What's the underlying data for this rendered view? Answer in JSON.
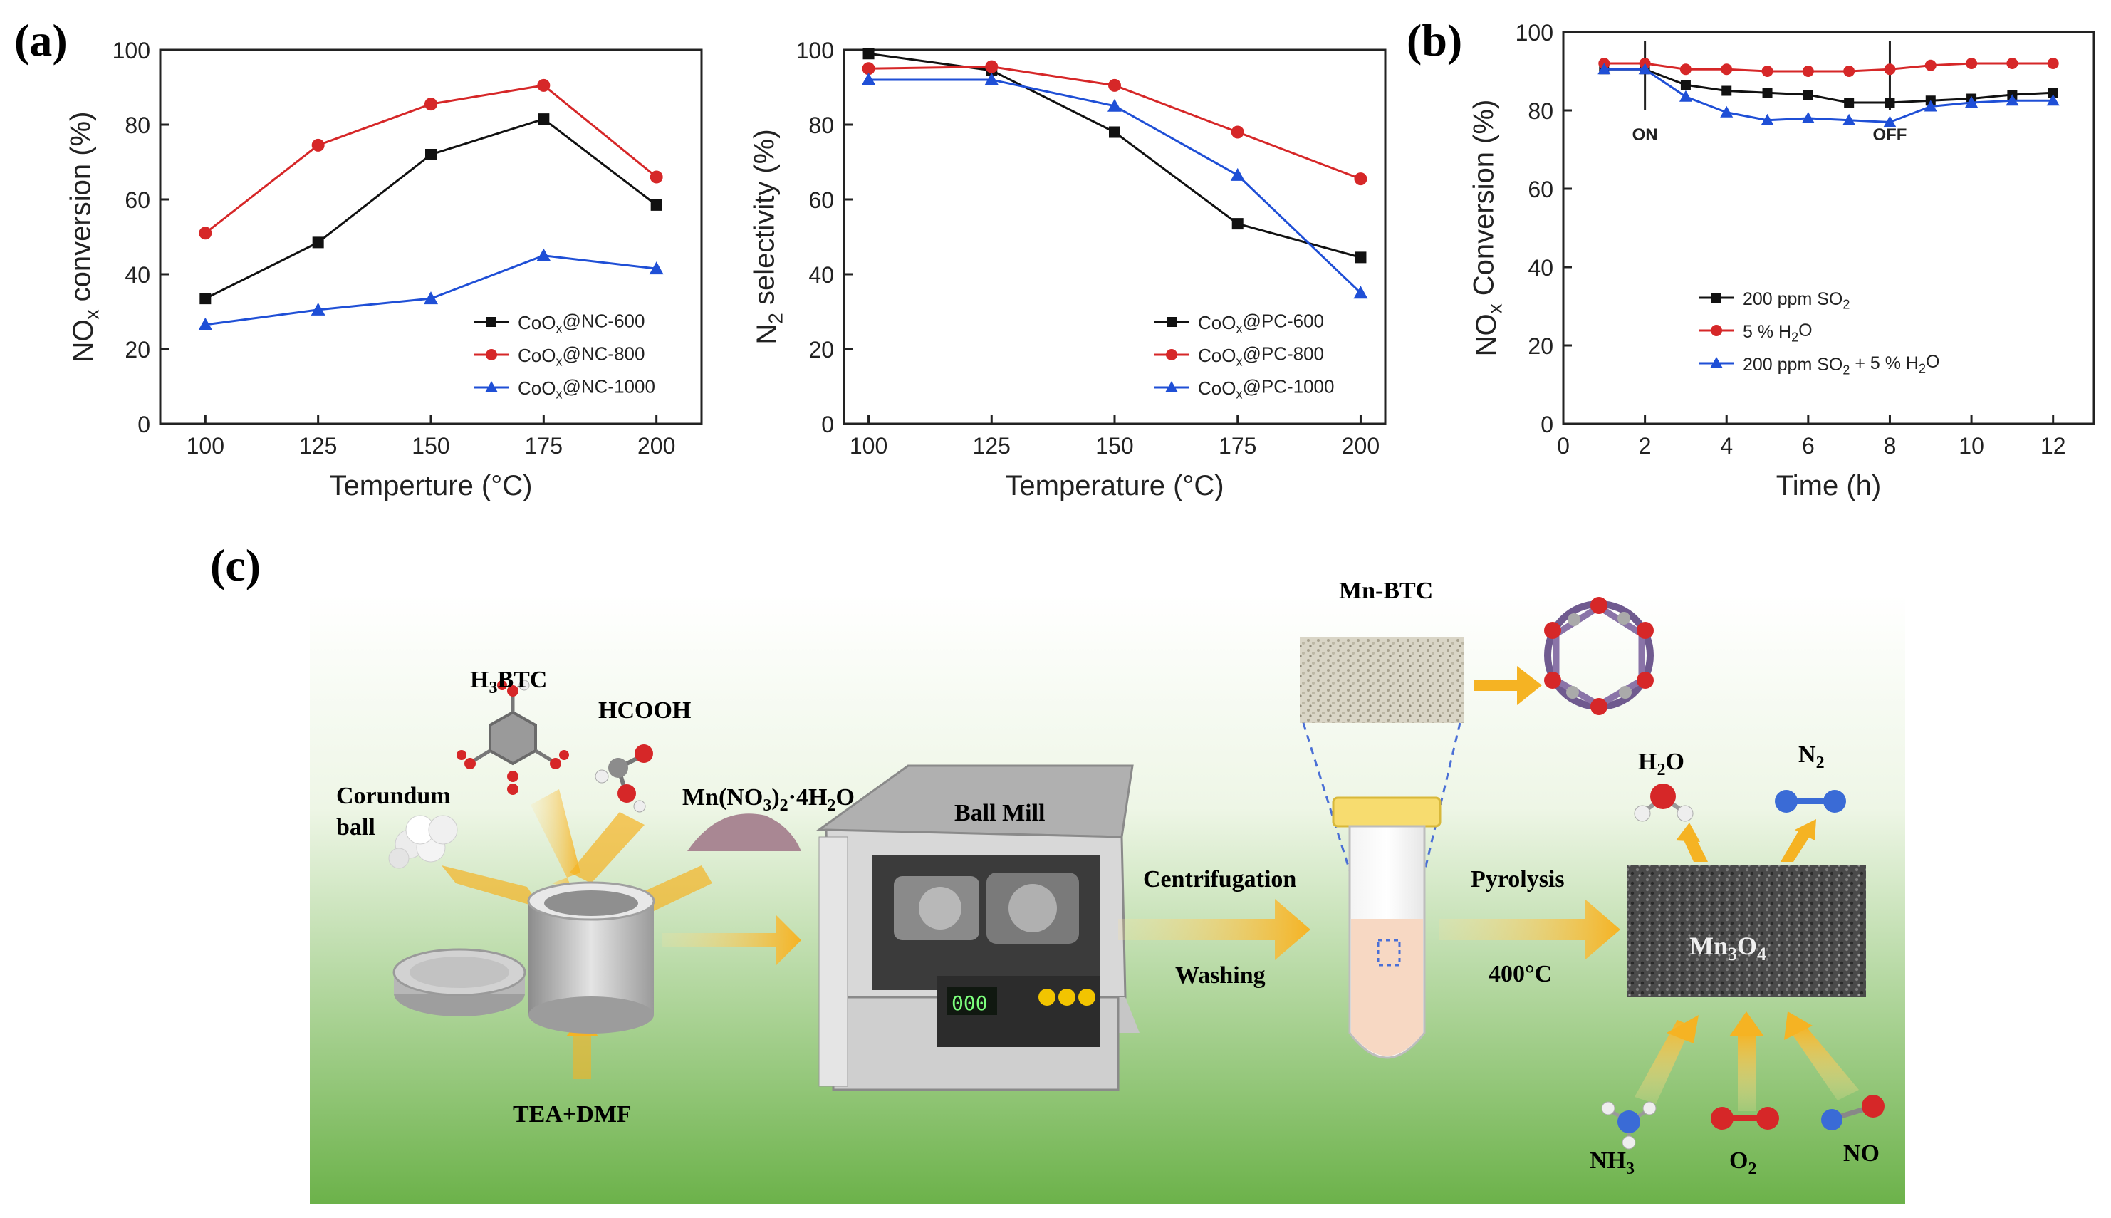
{
  "panel_labels": {
    "a": "(a)",
    "b": "(b)",
    "c": "(c)"
  },
  "chart_data": [
    {
      "type": "line",
      "panel": "a-left",
      "xlabel": "Temperture (°C)",
      "ylabel": "NOx conversion (%)",
      "ylabel_parts": {
        "pre": "NO",
        "sub": "x",
        "post": " conversion (%)"
      },
      "x": [
        100,
        125,
        150,
        175,
        200
      ],
      "xticks": [
        "100",
        "125",
        "150",
        "175",
        "200"
      ],
      "xlim": [
        90,
        210
      ],
      "ylim": [
        0,
        100
      ],
      "yticks": [
        "0",
        "20",
        "40",
        "60",
        "80",
        "100"
      ],
      "legend": "bottom-right",
      "series": [
        {
          "name": "CoOx@NC-600",
          "name_parts": {
            "pre": "CoO",
            "sub": "x",
            "post": "@NC-600"
          },
          "marker": "square",
          "color": "#111111",
          "values": [
            33.5,
            48.5,
            72,
            81.5,
            58.5
          ]
        },
        {
          "name": "CoOx@NC-800",
          "name_parts": {
            "pre": "CoO",
            "sub": "x",
            "post": "@NC-800"
          },
          "marker": "circle",
          "color": "#d62728",
          "values": [
            51,
            74.5,
            85.5,
            90.5,
            66
          ]
        },
        {
          "name": "CoOx@NC-1000",
          "name_parts": {
            "pre": "CoO",
            "sub": "x",
            "post": "@NC-1000"
          },
          "marker": "triangle",
          "color": "#1f4fd6",
          "values": [
            26.5,
            30.5,
            33.5,
            45,
            41.5
          ]
        }
      ]
    },
    {
      "type": "line",
      "panel": "a-right",
      "xlabel": "Temperature (°C)",
      "ylabel": "N2 selectivity (%)",
      "ylabel_parts": {
        "pre": "N",
        "sub": "2",
        "post": " selectivity (%)"
      },
      "x": [
        100,
        125,
        150,
        175,
        200
      ],
      "xticks": [
        "100",
        "125",
        "150",
        "175",
        "200"
      ],
      "xlim": [
        95,
        205
      ],
      "ylim": [
        0,
        100
      ],
      "yticks": [
        "0",
        "20",
        "40",
        "60",
        "80",
        "100"
      ],
      "legend": "bottom-right",
      "series": [
        {
          "name": "CoOx@PC-600",
          "name_parts": {
            "pre": "CoO",
            "sub": "x",
            "post": "@PC-600"
          },
          "marker": "square",
          "color": "#111111",
          "values": [
            99,
            94.5,
            78,
            53.5,
            44.5
          ]
        },
        {
          "name": "CoOx@PC-800",
          "name_parts": {
            "pre": "CoO",
            "sub": "x",
            "post": "@PC-800"
          },
          "marker": "circle",
          "color": "#d62728",
          "values": [
            95,
            95.5,
            90.5,
            78,
            65.5
          ]
        },
        {
          "name": "CoOx@PC-1000",
          "name_parts": {
            "pre": "CoO",
            "sub": "x",
            "post": "@PC-1000"
          },
          "marker": "triangle",
          "color": "#1f4fd6",
          "values": [
            92,
            92,
            85,
            66.5,
            35
          ]
        }
      ]
    },
    {
      "type": "line",
      "panel": "b",
      "xlabel": "Time (h)",
      "ylabel": "NOx Conversion (%)",
      "ylabel_parts": {
        "pre": "NO",
        "sub": "x",
        "post": " Conversion (%)"
      },
      "x": [
        1,
        2,
        3,
        4,
        5,
        6,
        7,
        8,
        9,
        10,
        11,
        12
      ],
      "xticks": [
        "0",
        "2",
        "4",
        "6",
        "8",
        "10",
        "12"
      ],
      "xlim": [
        0,
        13
      ],
      "ylim": [
        0,
        100
      ],
      "yticks": [
        "0",
        "20",
        "40",
        "60",
        "80",
        "100"
      ],
      "legend": "center-left",
      "annotations": [
        {
          "text": "ON",
          "x": 2
        },
        {
          "text": "OFF",
          "x": 8
        }
      ],
      "series": [
        {
          "name": "200 ppm SO2",
          "name_parts": {
            "pre": "200 ppm SO",
            "sub": "2",
            "post": ""
          },
          "marker": "square",
          "color": "#111111",
          "values": [
            90.5,
            90.5,
            86.5,
            85,
            84.5,
            84,
            82,
            82,
            82.5,
            83,
            84,
            84.5
          ]
        },
        {
          "name": "5 % H2O",
          "name_parts": {
            "pre": "5 % H",
            "sub": "2",
            "post": "O"
          },
          "marker": "circle",
          "color": "#d62728",
          "values": [
            92,
            92,
            90.5,
            90.5,
            90,
            90,
            90,
            90.5,
            91.5,
            92,
            92,
            92
          ]
        },
        {
          "name": "200 ppm SO2 + 5 % H2O",
          "name_parts": {
            "pre": "200 ppm SO",
            "sub": "2",
            "post": " + 5 % H",
            "sub2": "2",
            "post2": "O"
          },
          "marker": "triangle",
          "color": "#1f4fd6",
          "values": [
            90.5,
            90.5,
            83.5,
            79.5,
            77.5,
            78,
            77.5,
            77,
            81,
            82,
            82.5,
            82.5
          ]
        }
      ]
    }
  ],
  "schematic": {
    "colors": {
      "bg_top": "#ffffff",
      "bg_bottom": "#6cb24a",
      "arrow": "#f5b323"
    },
    "labels": {
      "h3btc": {
        "pre": "H",
        "sub": "3",
        "post": "BTC"
      },
      "hcooh": "HCOOH",
      "corundum_1": "Corundum",
      "corundum_2": "ball",
      "mn_nitrate": {
        "pre": "Mn(NO",
        "sub": "3",
        "mid": ")",
        "sub2": "2",
        "post": "·4H",
        "sub3": "2",
        "post2": "O"
      },
      "ball_mill": "Ball Mill",
      "mill_display": "000",
      "tea_dmf": "TEA+DMF",
      "centrifugation": "Centrifugation",
      "washing": "Washing",
      "mn_btc": "Mn-BTC",
      "pyrolysis": "Pyrolysis",
      "temp": "400°C",
      "mn3o4": {
        "pre": "Mn",
        "sub": "3",
        "mid": "O",
        "sub2": "4"
      },
      "h2o": {
        "pre": "H",
        "sub": "2",
        "post": "O"
      },
      "n2": {
        "pre": "N",
        "sub": "2"
      },
      "nh3": {
        "pre": "NH",
        "sub": "3"
      },
      "o2": {
        "pre": "O",
        "sub": "2"
      },
      "no": "NO"
    }
  }
}
